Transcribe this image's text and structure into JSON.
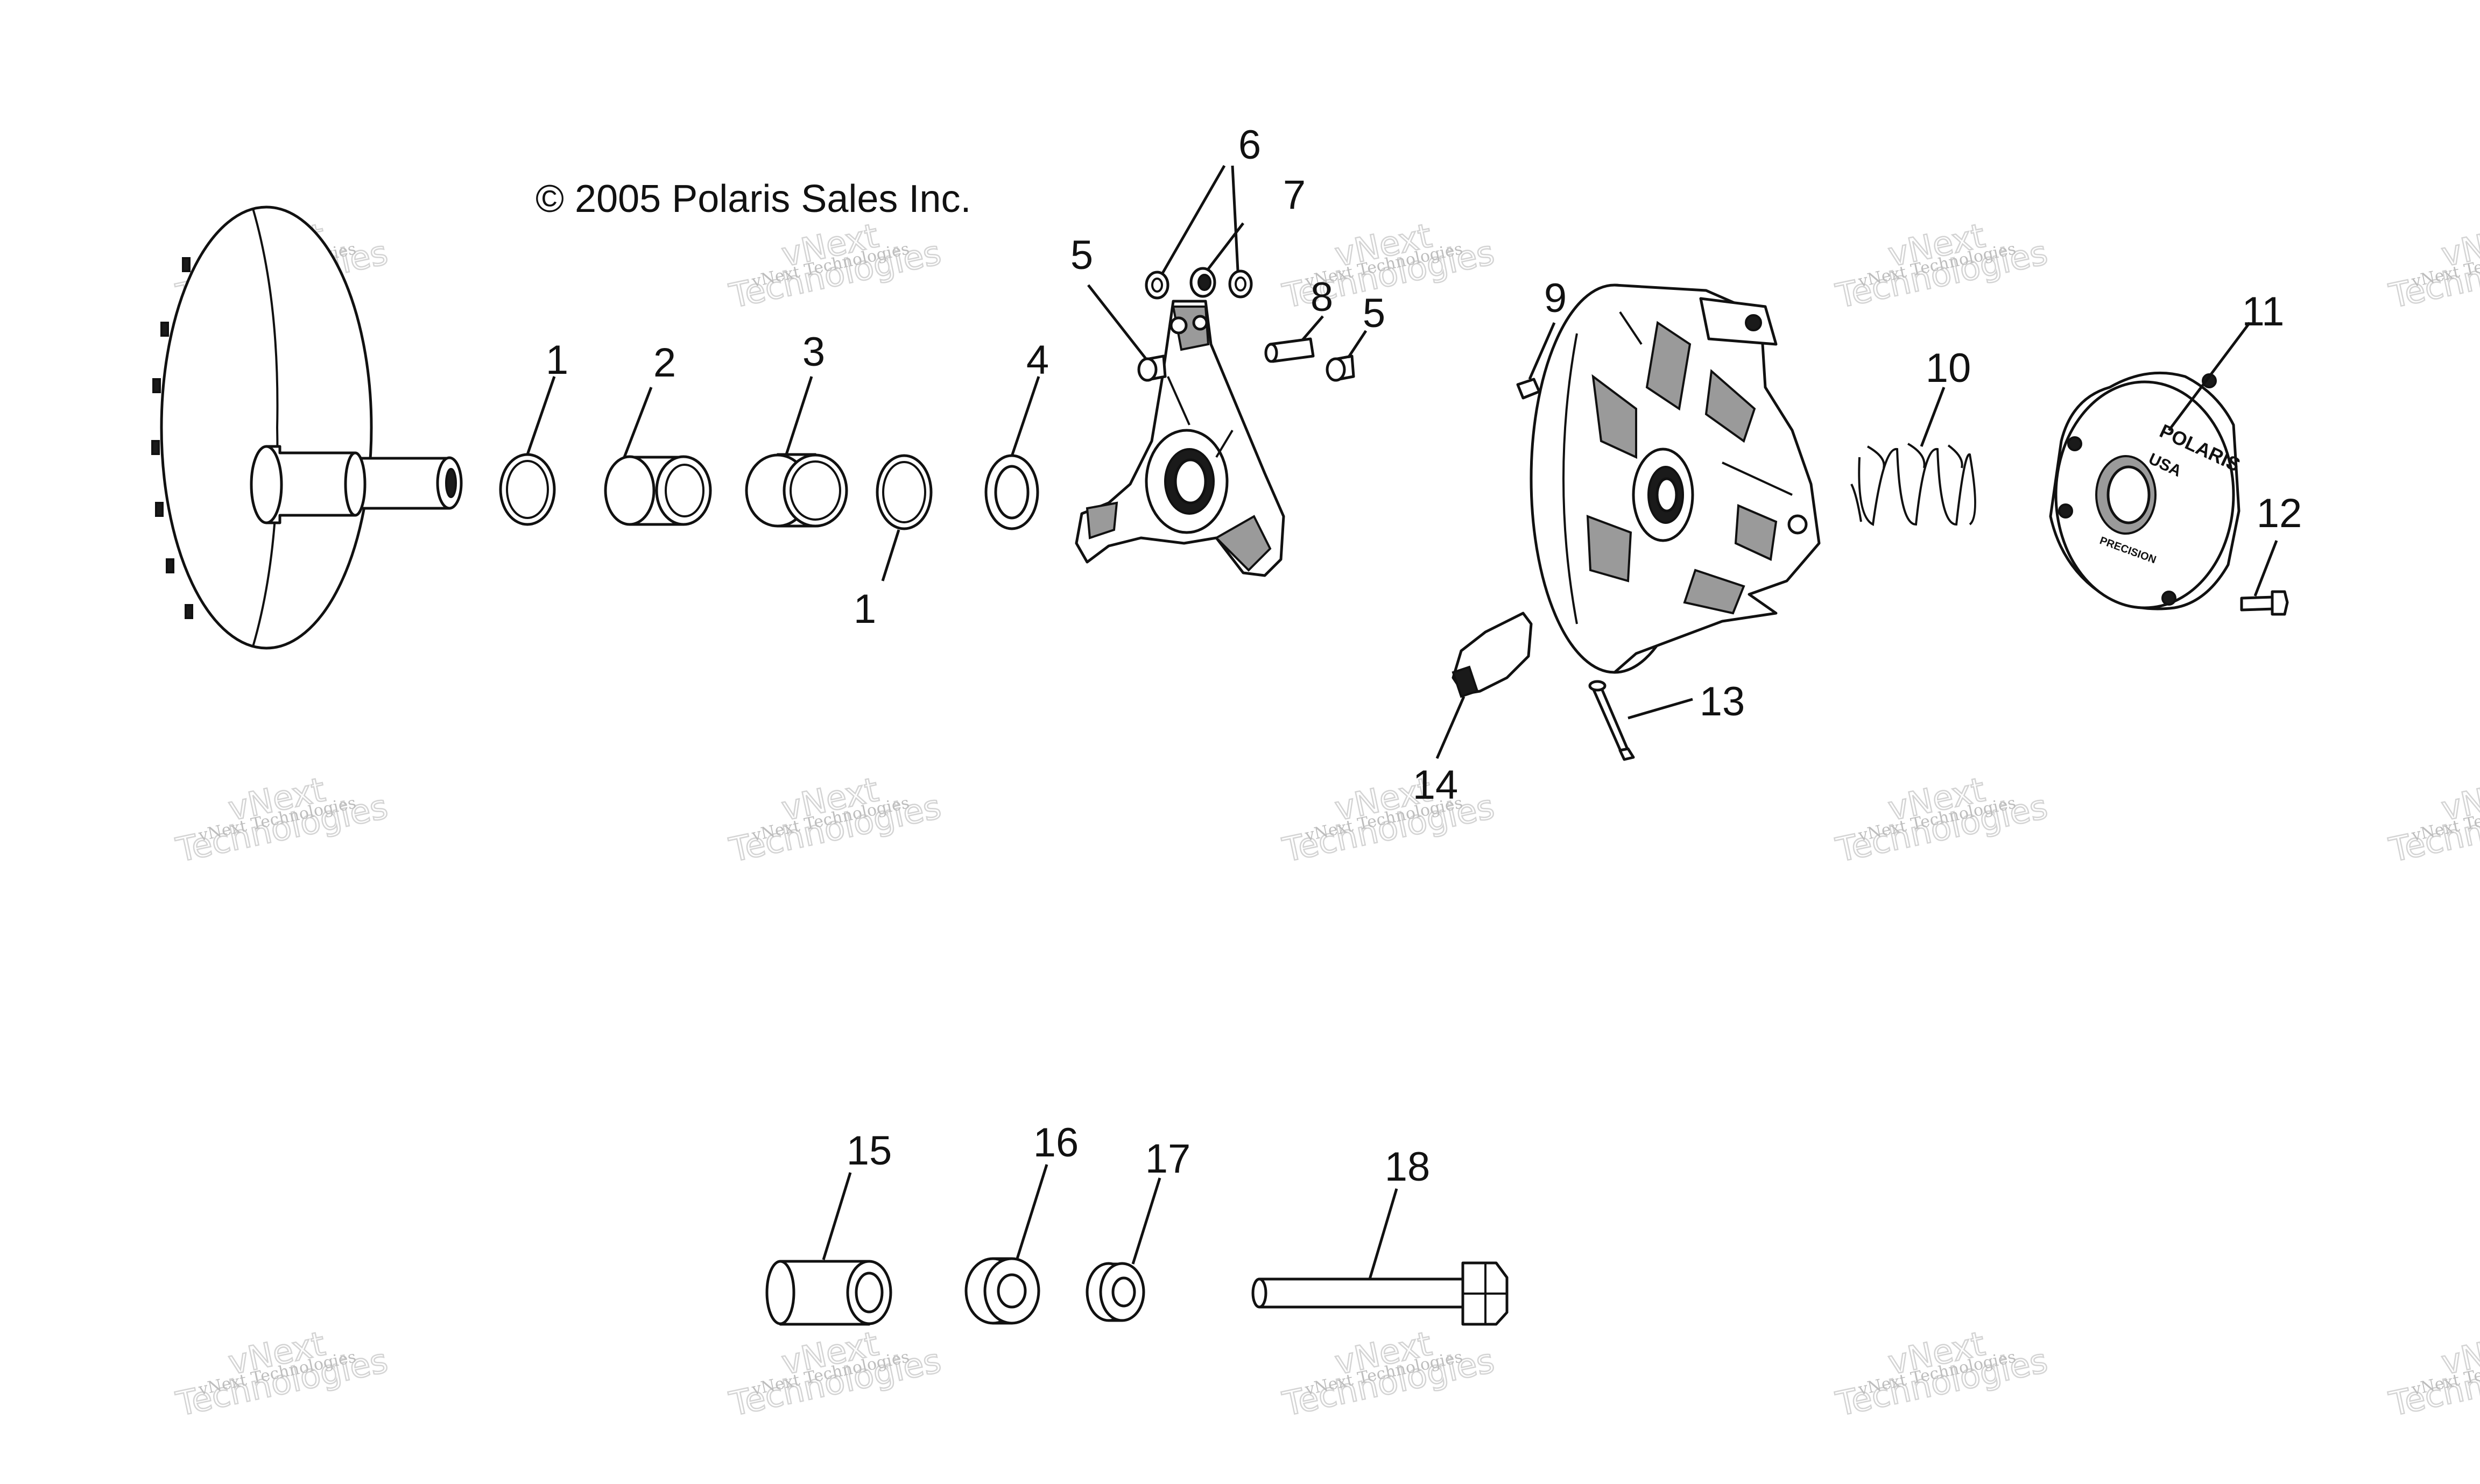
{
  "copyright": "© 2005 Polaris Sales Inc.",
  "watermark": {
    "line1": "vNext Technologies",
    "line2": "Technologies",
    "line2_overlay": "vNext"
  },
  "callouts": {
    "c1a": "1",
    "c1b": "1",
    "c2": "2",
    "c3": "3",
    "c4": "4",
    "c5a": "5",
    "c5b": "5",
    "c6": "6",
    "c7": "7",
    "c8": "8",
    "c9": "9",
    "c10": "10",
    "c11": "11",
    "c12": "12",
    "c13": "13",
    "c14": "14",
    "c15": "15",
    "c16": "16",
    "c17": "17",
    "c18": "18"
  },
  "cover_logo": {
    "brand": "POLARIS",
    "line2": "USA",
    "line3": "PRECISION"
  },
  "colors": {
    "ink": "#111111",
    "watermark": "#c8c8c8",
    "background": "#ffffff"
  }
}
